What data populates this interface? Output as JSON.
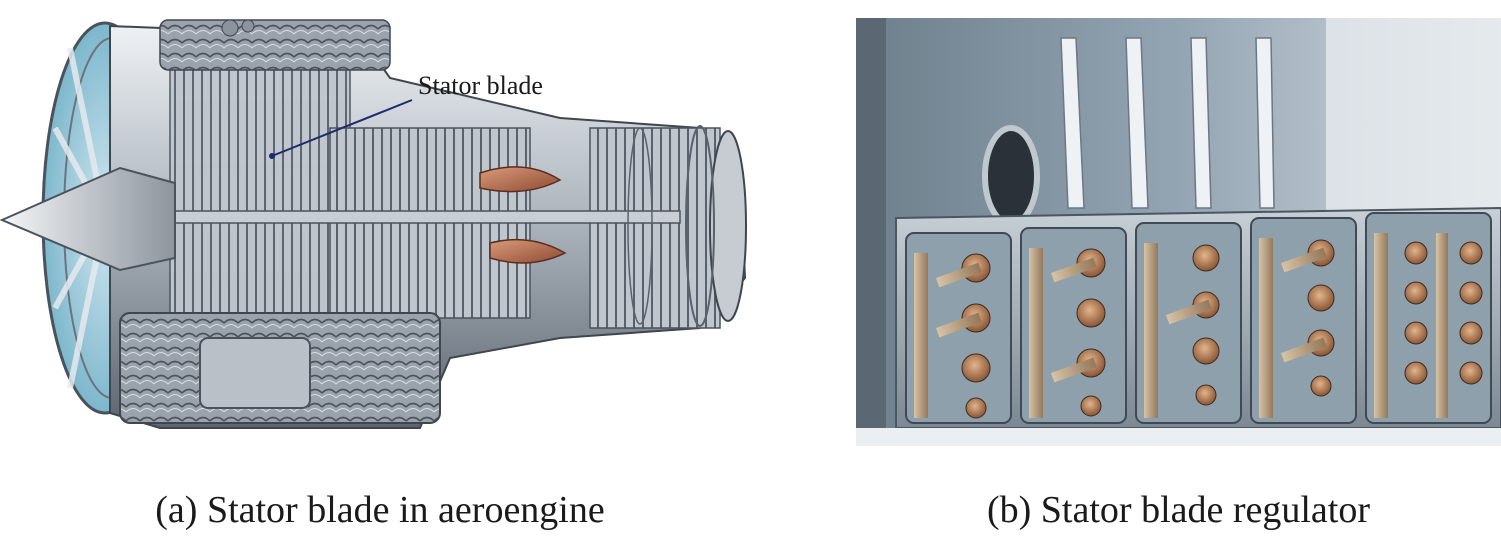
{
  "figure": {
    "panel_a": {
      "caption": "(a) Stator blade in aeroengine",
      "annotation_label": "Stator blade",
      "image_subject": "aeroengine-cutaway"
    },
    "panel_b": {
      "caption": "(b) Stator blade regulator",
      "image_subject": "stator-blade-regulator-photo"
    }
  },
  "colors": {
    "metal_light": "#d9dde2",
    "metal_mid": "#a9b1ba",
    "metal_dark": "#5d6670",
    "inlet_blue": "#8fc6d9",
    "combustor_copper": "#b86e4f",
    "casing_blue_grey": "#93a4b2",
    "bronze_lever": "#b59c7e",
    "annotation_line": "#1d2a6b"
  }
}
